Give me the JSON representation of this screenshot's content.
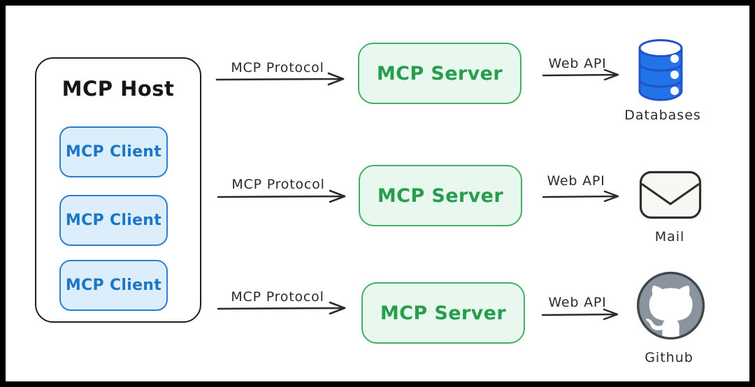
{
  "host": {
    "title": "MCP Host",
    "clients": [
      {
        "label": "MCP Client"
      },
      {
        "label": "MCP Client"
      },
      {
        "label": "MCP Client"
      }
    ]
  },
  "rows": [
    {
      "protocol_label": "MCP Protocol",
      "server_label": "MCP Server",
      "api_label": "Web API",
      "target_label": "Databases",
      "target_icon": "database-icon"
    },
    {
      "protocol_label": "MCP Protocol",
      "server_label": "MCP Server",
      "api_label": "Web API",
      "target_label": "Mail",
      "target_icon": "mail-icon"
    },
    {
      "protocol_label": "MCP Protocol",
      "server_label": "MCP Server",
      "api_label": "Web API",
      "target_label": "Github",
      "target_icon": "github-icon"
    }
  ],
  "colors": {
    "frame": "#000000",
    "background": "#ffffff",
    "host_border": "#1f1f1f",
    "client_fill": "#dceefb",
    "client_border": "#2e7ecf",
    "client_text": "#1b76c8",
    "server_fill": "#e9f8ee",
    "server_border": "#46ad64",
    "server_text": "#279d4e",
    "arrow": "#2b2b2b",
    "database_blue": "#2173e8",
    "database_outline": "#2152c8",
    "github_gray": "#8b949e",
    "mail_fill": "#f7f7f4"
  }
}
